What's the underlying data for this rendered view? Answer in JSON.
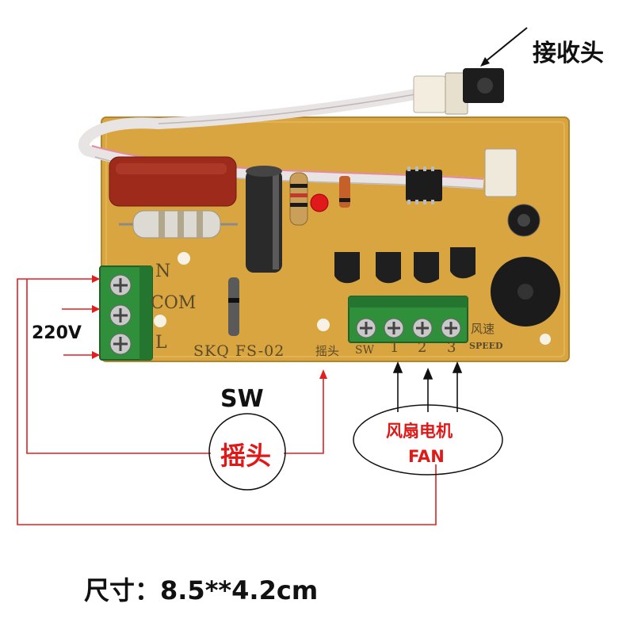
{
  "labels": {
    "receiver": "接收头",
    "voltage": "220V",
    "terminal_n": "N",
    "terminal_com": "COM",
    "terminal_l": "L",
    "board_model": "SKQ FS-02",
    "silk_swing": "摇头",
    "silk_sw": "SW",
    "silk_1": "1",
    "silk_2": "2",
    "silk_3": "3",
    "silk_fan_speed": "风速",
    "silk_speed": "SPEED",
    "sw_title": "SW",
    "swing_label": "摇头",
    "fan_motor_cn": "风扇电机",
    "fan_motor_en": "FAN",
    "size": "尺寸：8.5**4.2cm"
  },
  "colors": {
    "board": "#d9a540",
    "terminal_green": "#2f8f3a",
    "wire_red": "#e02020",
    "capacitor_red": "#9e2a1c",
    "electrolytic": "#2a2a2a"
  }
}
